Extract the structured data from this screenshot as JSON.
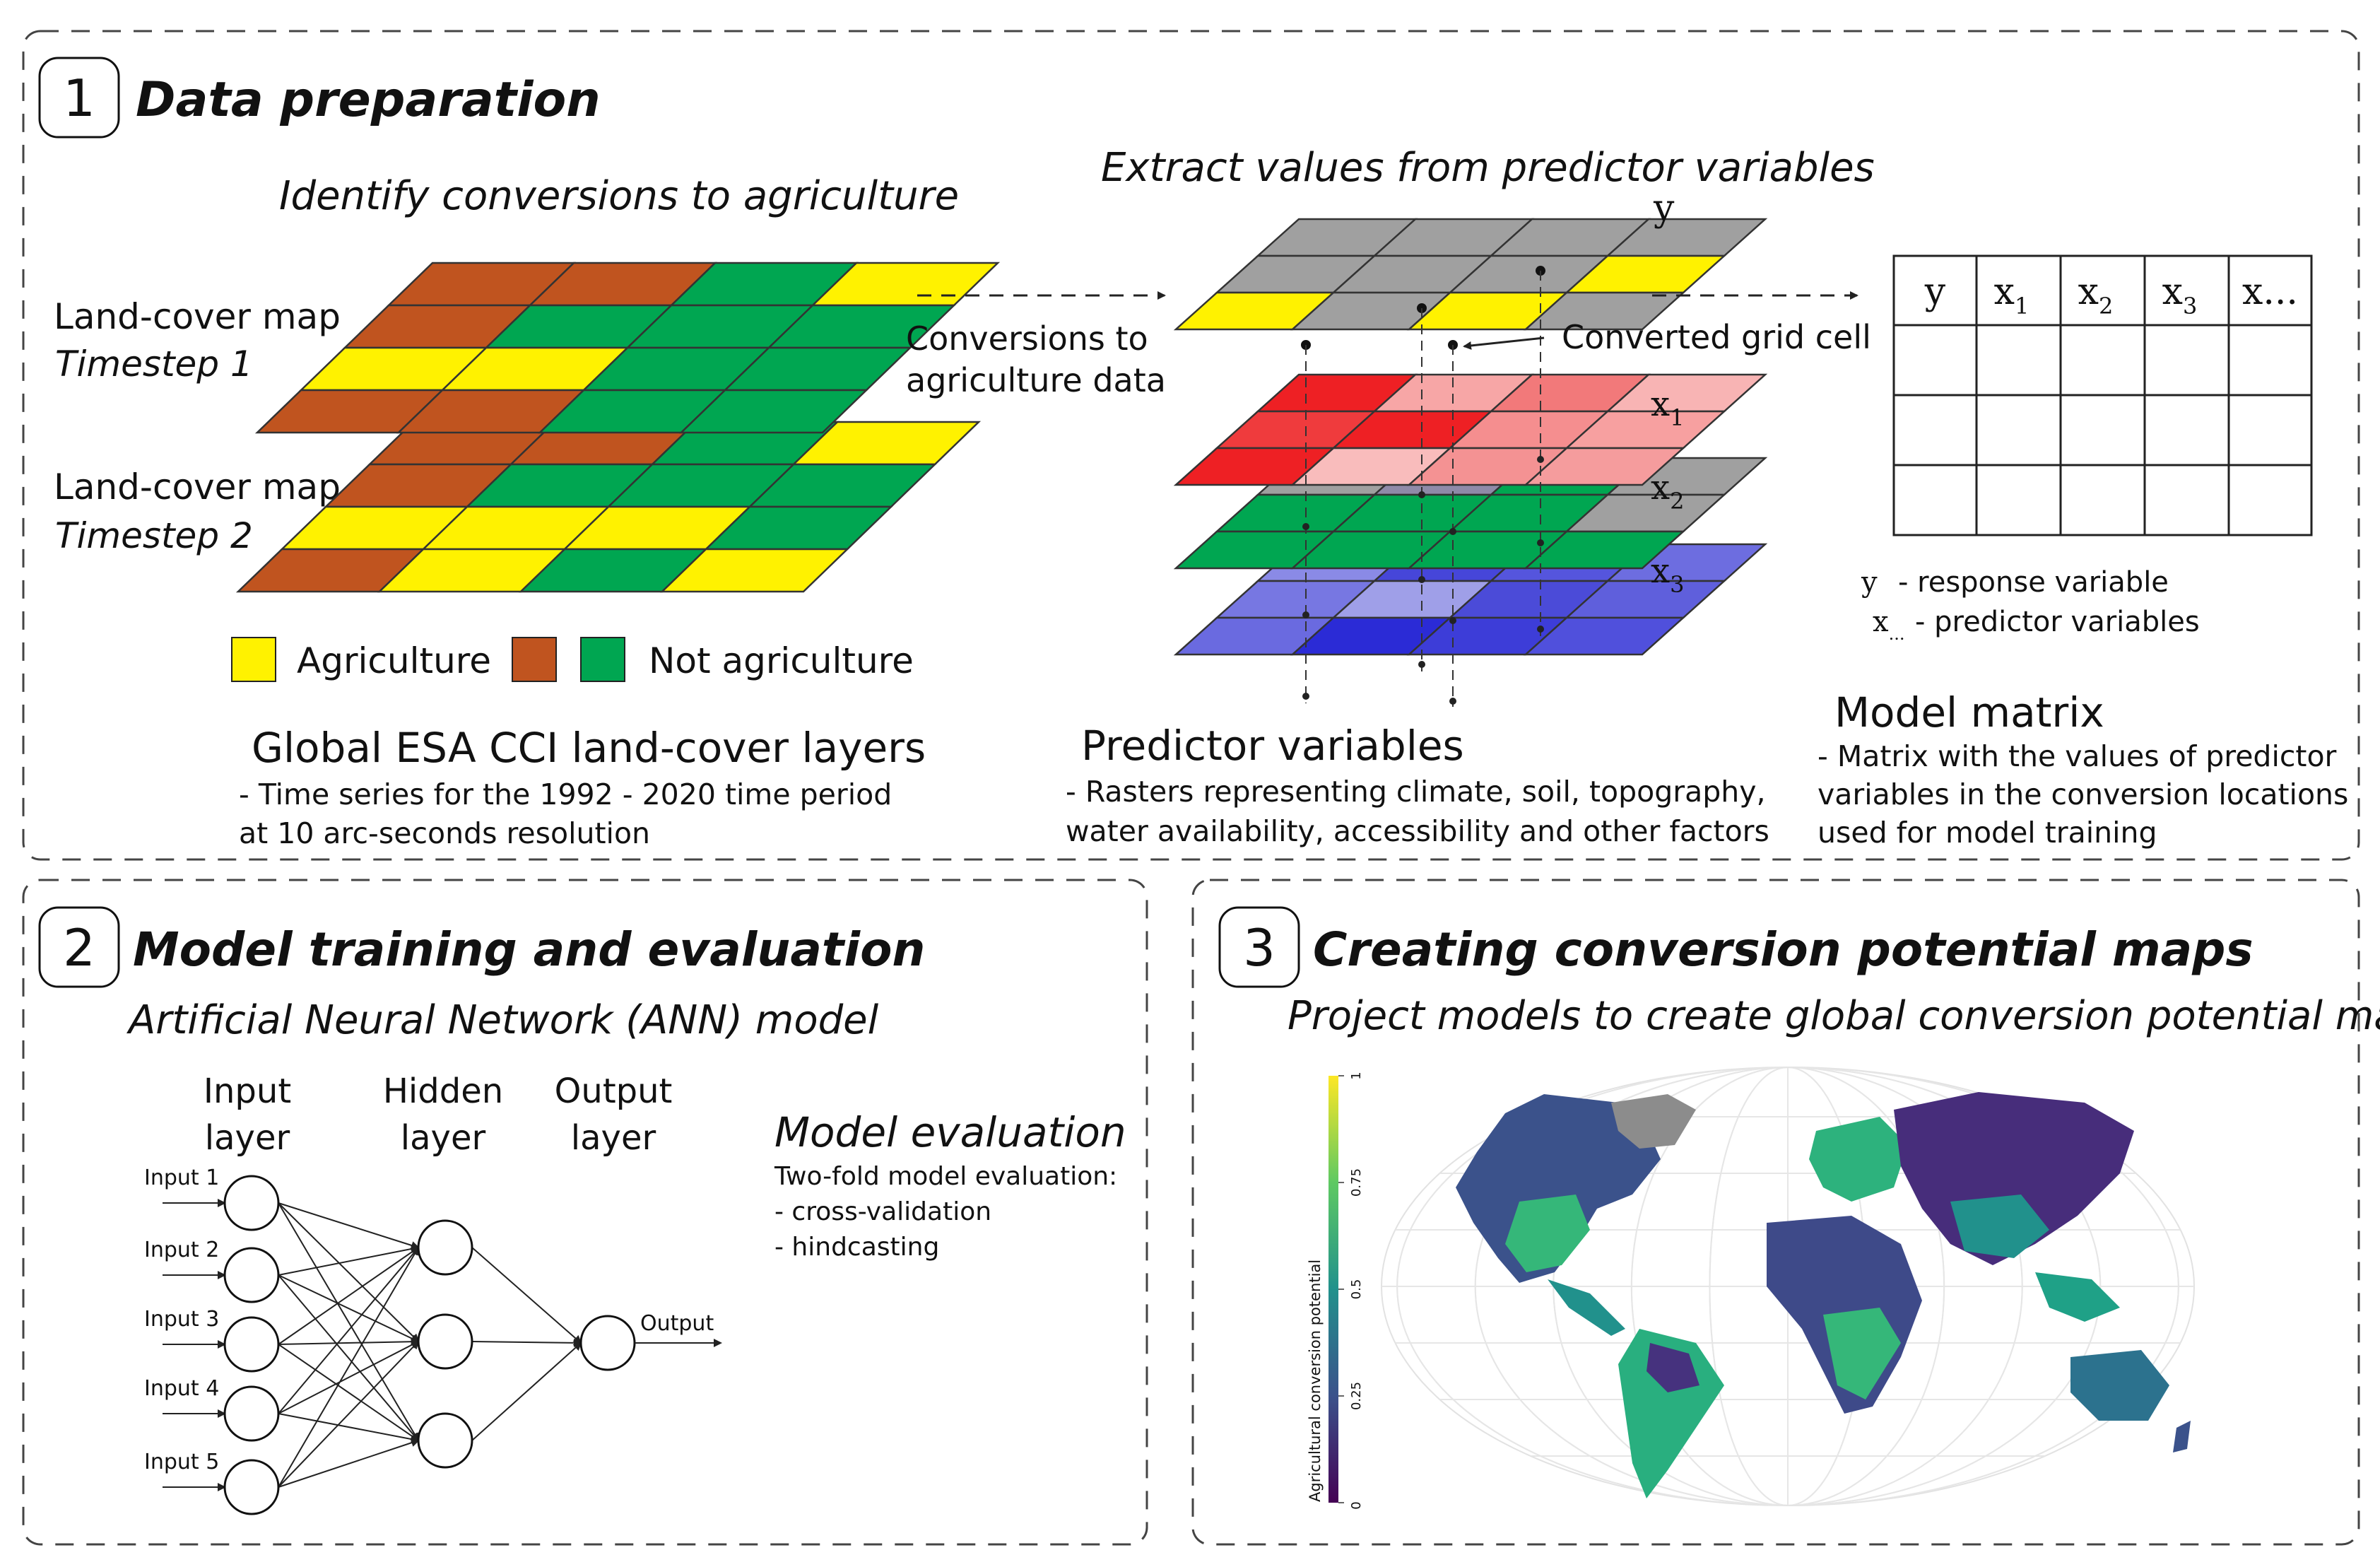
{
  "panel1": {
    "number": "1",
    "title": "Data preparation",
    "left_heading": "Identify conversions to agriculture",
    "map1_line1": "Land-cover map",
    "map1_line2": "Timestep 1",
    "map2_line1": "Land-cover map",
    "map2_line2": "Timestep 2",
    "legend_agri": "Agriculture",
    "legend_nonagri": "Not agriculture",
    "esa_title": "Global ESA CCI land-cover layers",
    "esa_desc1": "- Time series for the 1992 - 2020 time period",
    "esa_desc2": "at 10 arc-seconds resolution",
    "conv_data1": "Conversions to",
    "conv_data2": "agriculture data",
    "mid_heading": "Extract values from predictor variables",
    "converted_cell": "Converted grid cell",
    "layer_y": "y",
    "layer_x": "x",
    "sub1": "1",
    "sub2": "2",
    "sub3": "3",
    "pred_title": "Predictor variables",
    "pred_desc1": "- Rasters representing climate, soil, topography,",
    "pred_desc2": "water availability, accessibility and other factors",
    "matrix_headers": [
      "y",
      "x",
      "x",
      "x",
      "x..."
    ],
    "matrix_subs": [
      "",
      "1",
      "2",
      "3",
      ""
    ],
    "legend_y_sym": "y",
    "legend_y_text": "- response variable",
    "legend_x_sym": "x",
    "legend_x_sub": "...",
    "legend_x_text": "- predictor variables",
    "mm_title": "Model matrix",
    "mm_desc1": "- Matrix with the values of predictor",
    "mm_desc2": "variables in the conversion locations",
    "mm_desc3": "used for model training"
  },
  "panel2": {
    "number": "2",
    "title": "Model training and evaluation",
    "subtitle": "Artificial Neural Network (ANN) model",
    "input_l1": "Input",
    "input_l2": "layer",
    "hidden_l1": "Hidden",
    "hidden_l2": "layer",
    "output_l1": "Output",
    "output_l2": "layer",
    "inputs": [
      "Input 1",
      "Input 2",
      "Input 3",
      "Input 4",
      "Input 5"
    ],
    "output": "Output",
    "eval_title": "Model evaluation",
    "eval_lines": [
      "Two-fold model evaluation:",
      "- cross-validation",
      "- hindcasting"
    ]
  },
  "panel3": {
    "number": "3",
    "title": "Creating conversion potential maps",
    "subtitle": "Project models to create global conversion potential map",
    "colorbar_label": "Agricultural conversion potential",
    "ticks": [
      "0",
      "0.25",
      "0.5",
      "0.75",
      "1"
    ]
  },
  "colors": {
    "agriculture": "#fff200",
    "brown": "#c0541f",
    "green": "#00a651",
    "grey": "#a0a0a0",
    "red": "#ee2024",
    "blue": "#2b2bd6"
  }
}
